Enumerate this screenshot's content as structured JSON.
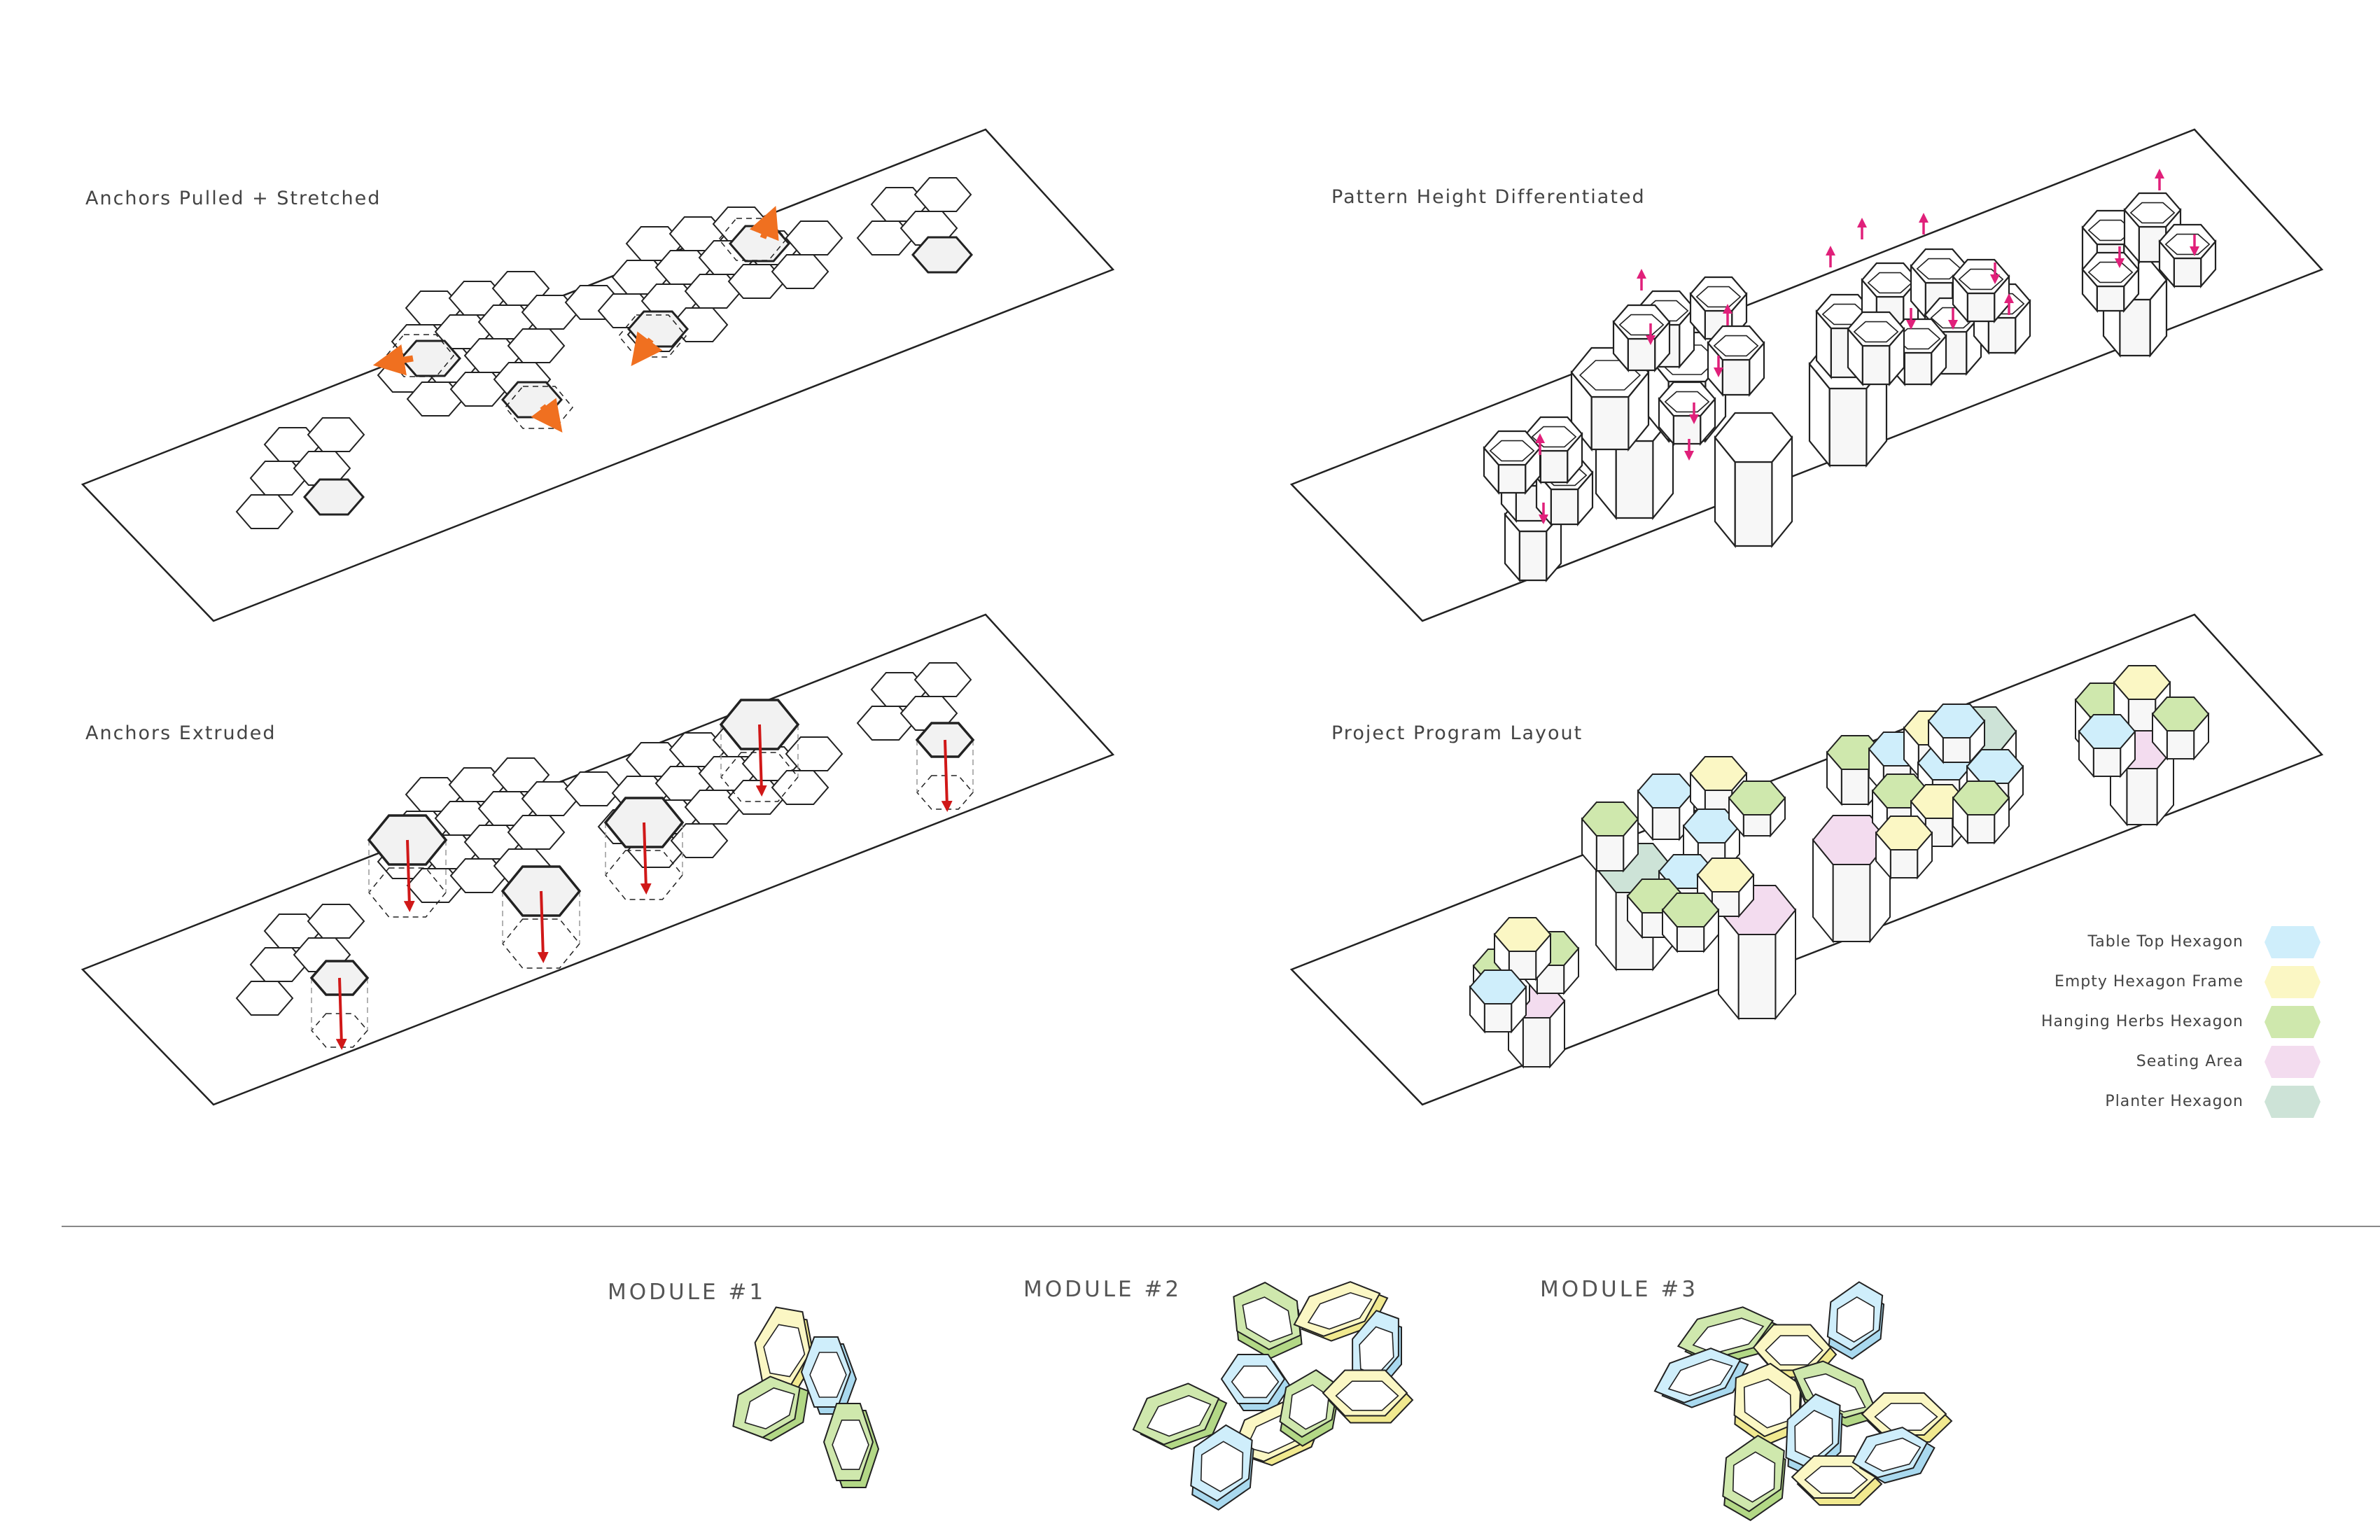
{
  "panels": {
    "p1": {
      "title": "Anchors Pulled + Stretched"
    },
    "p2": {
      "title": "Pattern Height Differentiated"
    },
    "p3": {
      "title": "Anchors Extruded"
    },
    "p4": {
      "title": "Project Program Layout"
    }
  },
  "legend": [
    {
      "label": "Table Top Hexagon",
      "color": "#cfeefb"
    },
    {
      "label": "Empty Hexagon Frame",
      "color": "#fbf7c4"
    },
    {
      "label": "Hanging Herbs Hexagon",
      "color": "#cfe8ad"
    },
    {
      "label": "Seating Area",
      "color": "#f3dcef"
    },
    {
      "label": "Planter Hexagon",
      "color": "#cde3d7"
    }
  ],
  "modules": [
    {
      "title": "MODULE #1"
    },
    {
      "title": "MODULE #2"
    },
    {
      "title": "MODULE #3"
    }
  ],
  "colors": {
    "line": "#222222",
    "pull_arrow": "#f07020",
    "extrude_arrow": "#d01818",
    "height_arrow": "#e0207a",
    "anchor_fill": "#f2f2f2"
  }
}
